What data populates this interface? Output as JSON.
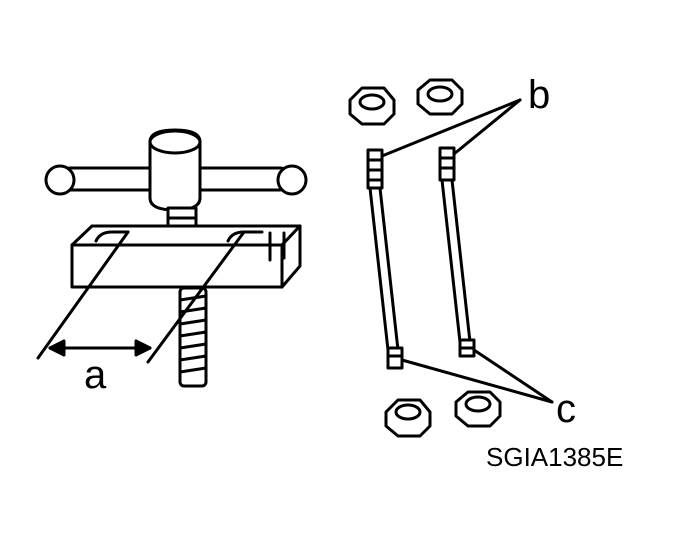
{
  "labels": {
    "a": "a",
    "b": "b",
    "c": "c"
  },
  "figure_code": "SGIA1385E"
}
